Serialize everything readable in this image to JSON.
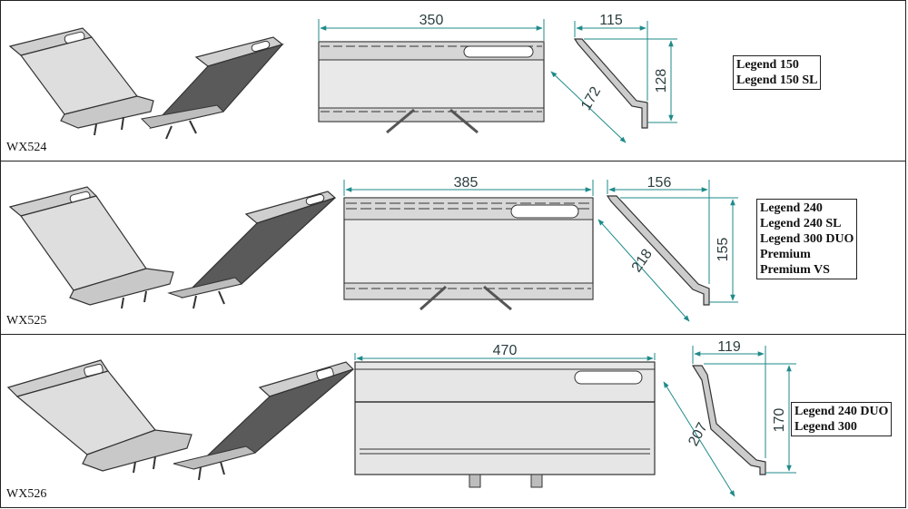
{
  "rows": [
    {
      "code": "WX524",
      "dims": {
        "width": "350",
        "depth": "115",
        "height": "128",
        "diagonal": "172"
      },
      "models": [
        "Legend 150",
        "Legend 150 SL"
      ]
    },
    {
      "code": "WX525",
      "dims": {
        "width": "385",
        "depth": "156",
        "height": "155",
        "diagonal": "218"
      },
      "models": [
        "Legend 240",
        "Legend 240 SL",
        "Legend 300 DUO",
        "Premium",
        "Premium VS"
      ]
    },
    {
      "code": "WX526",
      "dims": {
        "width": "470",
        "depth": "119",
        "height": "170",
        "diagonal": "207"
      },
      "models": [
        "Legend 240 DUO",
        "Legend 300"
      ]
    }
  ],
  "colors": {
    "dimension": "#1f8a8a",
    "metal_light": "#d9d9d9",
    "metal_dark": "#5a5a5a",
    "outline": "#333333"
  }
}
